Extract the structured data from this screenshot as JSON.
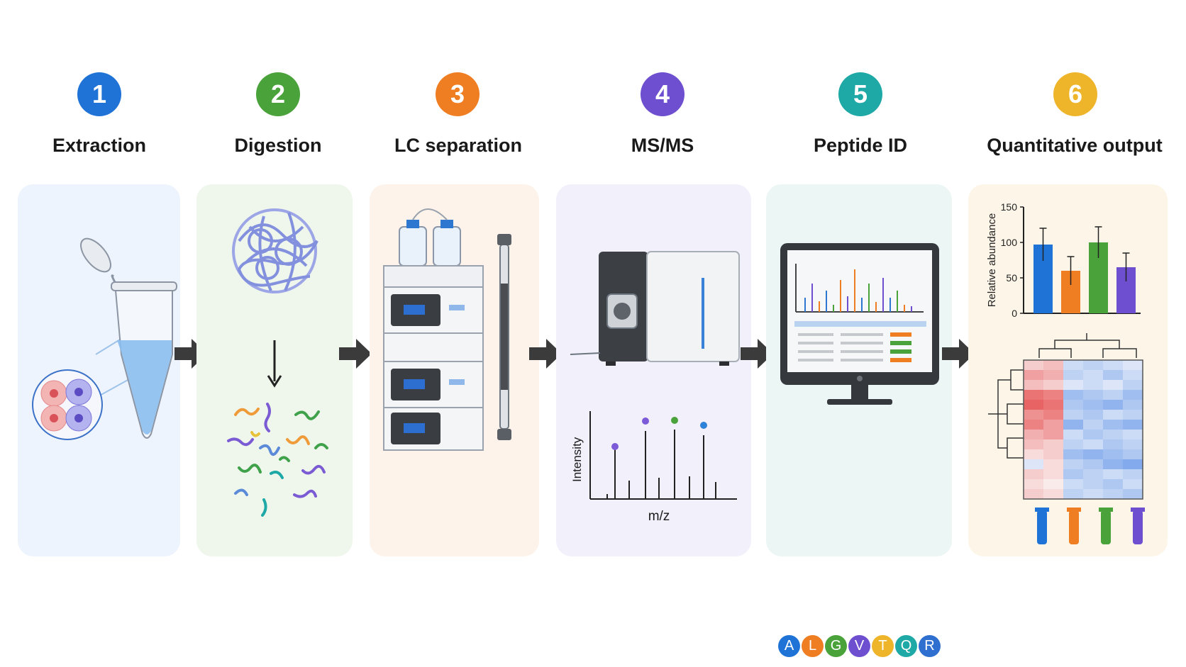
{
  "steps": [
    {
      "number": "1",
      "title": "Extraction",
      "color": "#1f73d6",
      "panel_color": "#eef4fd"
    },
    {
      "number": "2",
      "title": "Digestion",
      "color": "#4aa23a",
      "panel_color": "#eff6ec"
    },
    {
      "number": "3",
      "title": "LC separation",
      "color": "#ef7d22",
      "panel_color": "#fdf3ea"
    },
    {
      "number": "4",
      "title": "MS/MS",
      "color": "#6d4fd0",
      "panel_color": "#f2f0fb"
    },
    {
      "number": "5",
      "title": "Peptide ID",
      "color": "#1ea9a6",
      "panel_color": "#ebf6f5"
    },
    {
      "number": "6",
      "title": "Quantitative output",
      "color": "#eeb42a",
      "panel_color": "#fdf6e8"
    }
  ],
  "ms_spectrum": {
    "xlabel": "m/z",
    "ylabel": "Intensity"
  },
  "peptide_sequence": [
    {
      "letter": "A",
      "color": "#1f73d6"
    },
    {
      "letter": "L",
      "color": "#ef7d22"
    },
    {
      "letter": "G",
      "color": "#4aa23a"
    },
    {
      "letter": "V",
      "color": "#6d4fd0"
    },
    {
      "letter": "T",
      "color": "#eeb42a"
    },
    {
      "letter": "Q",
      "color": "#1ea9a6"
    },
    {
      "letter": "R",
      "color": "#2f6fcf"
    }
  ],
  "chart_data": {
    "type": "bar",
    "categories": [
      "",
      "",
      "",
      ""
    ],
    "values": [
      97,
      60,
      100,
      65
    ],
    "errors": [
      23,
      20,
      22,
      20
    ],
    "colors": [
      "#1f73d6",
      "#ef7d22",
      "#4aa23a",
      "#6d4fd0"
    ],
    "ylabel": "Relative abundance",
    "ylim": [
      0,
      150
    ],
    "yticks": [
      "0",
      "50",
      "100",
      "150"
    ]
  }
}
